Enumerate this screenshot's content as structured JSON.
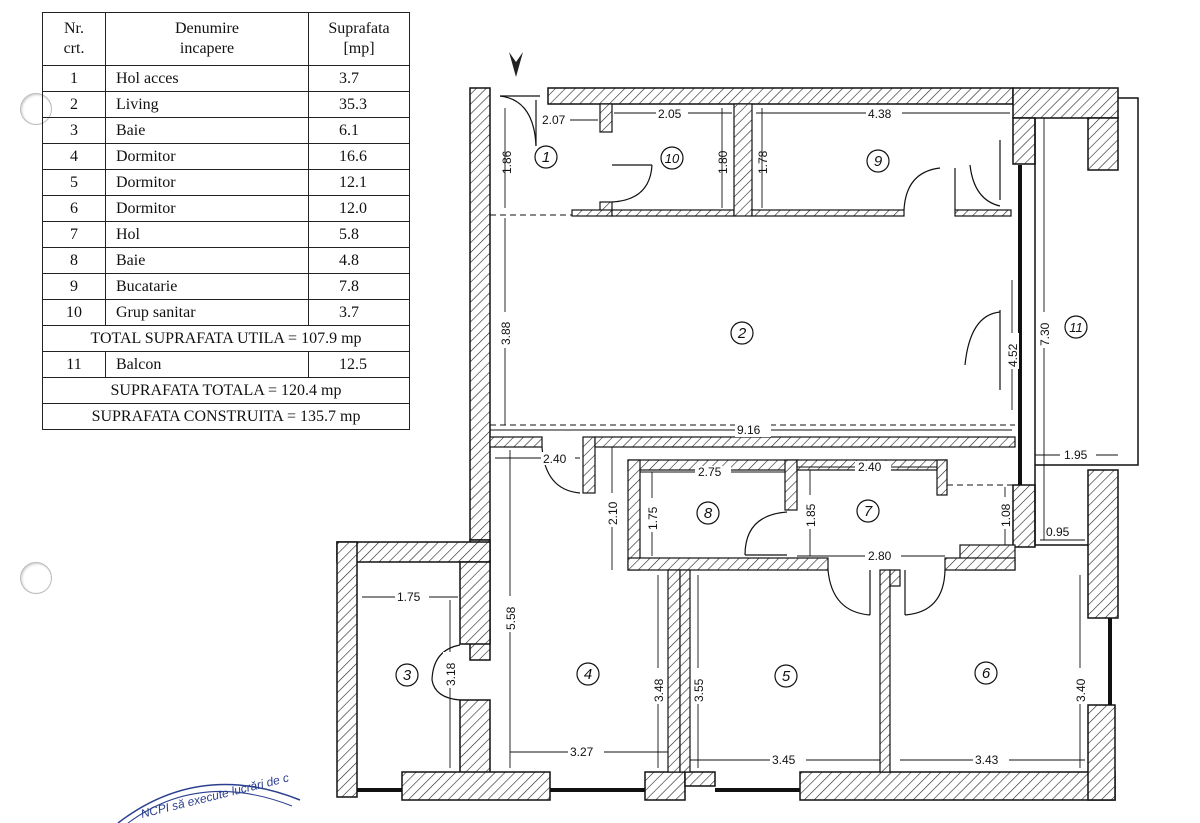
{
  "table": {
    "header": {
      "nr": "Nr.\ncrt.",
      "name": "Denumire\nincapere",
      "area": "Suprafata\n[mp]"
    },
    "rows": [
      {
        "nr": "1",
        "name": "Hol acces",
        "area": "3.7"
      },
      {
        "nr": "2",
        "name": "Living",
        "area": "35.3"
      },
      {
        "nr": "3",
        "name": "Baie",
        "area": "6.1"
      },
      {
        "nr": "4",
        "name": "Dormitor",
        "area": "16.6"
      },
      {
        "nr": "5",
        "name": "Dormitor",
        "area": "12.1"
      },
      {
        "nr": "6",
        "name": "Dormitor",
        "area": "12.0"
      },
      {
        "nr": "7",
        "name": "Hol",
        "area": "5.8"
      },
      {
        "nr": "8",
        "name": "Baie",
        "area": "4.8"
      },
      {
        "nr": "9",
        "name": "Bucatarie",
        "area": "7.8"
      },
      {
        "nr": "10",
        "name": "Grup sanitar",
        "area": "3.7"
      }
    ],
    "total_util": "TOTAL SUPRAFATA UTILA = 107.9 mp",
    "balcony": {
      "nr": "11",
      "name": "Balcon",
      "area": "12.5"
    },
    "total": "SUPRAFATA TOTALA = 120.4 mp",
    "built": "SUPRAFATA CONSTRUITA = 135.7 mp"
  },
  "plan": {
    "room_labels": [
      "1",
      "2",
      "3",
      "4",
      "5",
      "6",
      "7",
      "8",
      "9",
      "10",
      "11"
    ],
    "dimensions": {
      "hol_width": "2.07",
      "hol_height": "1.86",
      "gs_width": "2.05",
      "gs_height": "1.80",
      "kitchen_width": "4.38",
      "kitchen_height": "1.78",
      "living_height": "3.88",
      "living_width": "9.16",
      "living_opening": "4.52",
      "balcony_length": "7.30",
      "balcony_width": "1.95",
      "balcony_small": "0.95",
      "bath8_width": "2.75",
      "bath8_height": "1.75",
      "corr_height": "2.10",
      "hall_width_top": "2.40",
      "hall_width_bottom": "2.80",
      "hall_height": "1.85",
      "hall_step": "1.08",
      "room4_entry": "2.40",
      "room4_height": "5.58",
      "room4_width": "3.27",
      "room4_side": "3.48",
      "room5_height": "3.55",
      "room5_width": "3.45",
      "room6_height": "3.40",
      "room6_width": "3.43",
      "bath3_width": "1.75",
      "bath3_height": "3.18"
    },
    "stamp": "NCPI să execute lucrări de c"
  },
  "colors": {
    "ink": "#111111",
    "stamp": "#2a3f8f"
  }
}
